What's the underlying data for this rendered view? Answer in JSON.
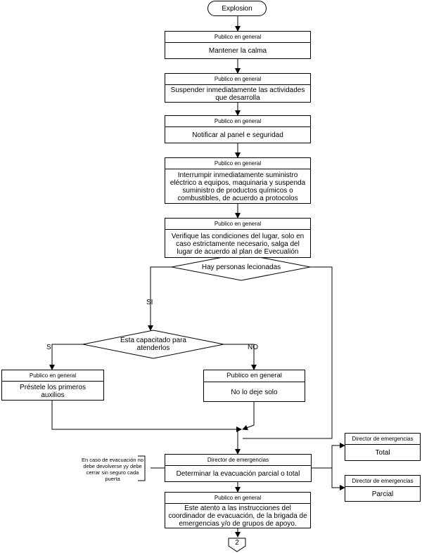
{
  "start": "Explosion",
  "steps": [
    {
      "role": "Publico en general",
      "text": "Mantener la calma"
    },
    {
      "role": "Publico en general",
      "text": "Suspender inmediatamente las actividades que desarrolla"
    },
    {
      "role": "Publico en general",
      "text": "Notificar al panel e seguridad"
    },
    {
      "role": "Publico en general",
      "text": "Interrumpir inmediatamente suministro eléctrico a equipos, maquinaria y suspenda suministro de productos químicos o combustibles, de acuerdo a protocolos"
    },
    {
      "role": "Publico en general",
      "text": "Verifique las condiciones del lugar, solo en caso estrictamente necesario, salga del lugar de acuerdo al plan de Evecualión"
    }
  ],
  "decision1": {
    "text": "Hay personas lecionadas",
    "yes": "SI"
  },
  "decision2": {
    "text": "Esta capacitado para atenderlos",
    "yes": "SI",
    "no": "NO"
  },
  "first_aid": {
    "role": "Publico en general",
    "text": "Préstele los primeros auxilios"
  },
  "stay": {
    "role": "Publico en general",
    "text": "No lo deje solo"
  },
  "evac": {
    "role": "Director de emergencias",
    "text": "Determinar la evacuación parcial o total"
  },
  "note": "En caso de evacuación no debe devolverse yy debe cerrar sin seguro cada puerta",
  "total": {
    "role": "Director de emergencias",
    "text": "Total"
  },
  "partial": {
    "role": "Director de emergencias",
    "text": "Parcial"
  },
  "final": {
    "role": "Publico en general",
    "text": "Este atento a las instrucciones del coordinador de evacuación, de la brigada de emergencias y/o de grupos de apoyo."
  },
  "connector": "2"
}
